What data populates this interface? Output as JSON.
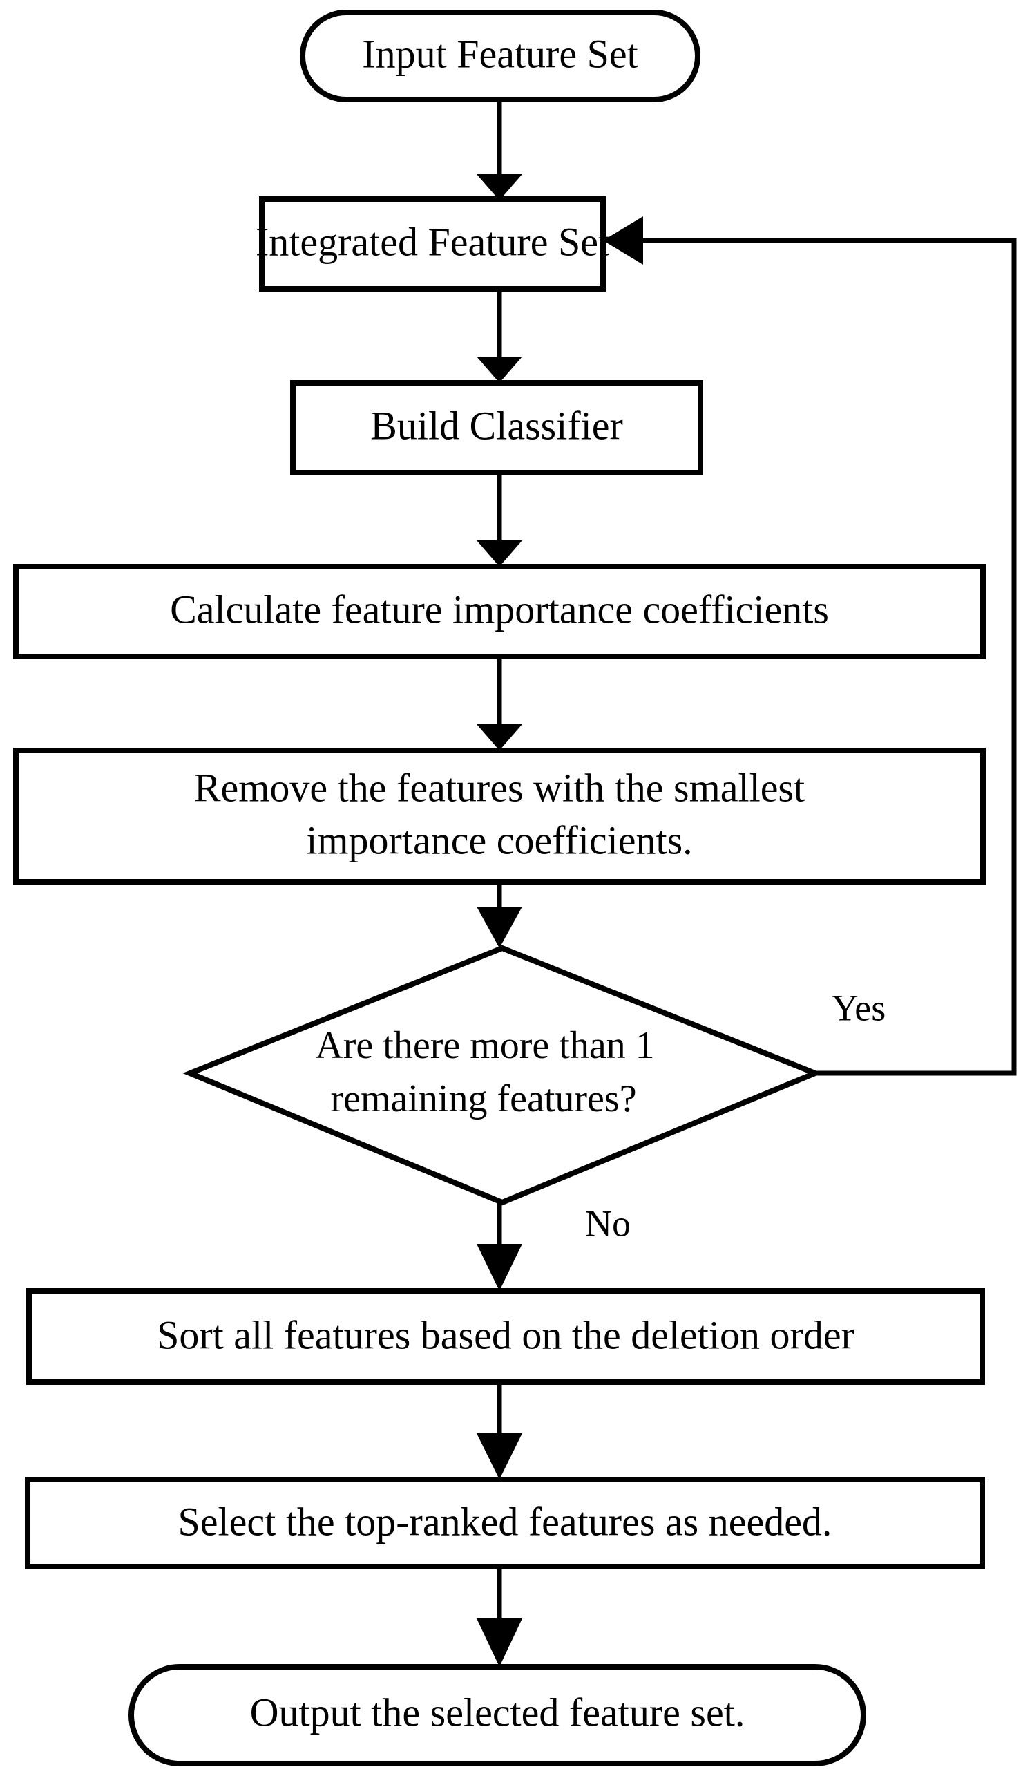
{
  "diagram": {
    "type": "flowchart",
    "title": "Recursive Feature Elimination Flowchart",
    "orientation": "top-to-bottom",
    "colors": {
      "background": "#ffffff",
      "stroke": "#000000",
      "fill": "#ffffff",
      "text": "#000000"
    },
    "nodes": [
      {
        "id": "input",
        "shape": "stadium",
        "label": "Input Feature Set",
        "lines": [
          "Input Feature Set"
        ]
      },
      {
        "id": "integrated",
        "shape": "rectangle",
        "label": "Integrated Feature Set",
        "lines": [
          "Integrated Feature Set"
        ]
      },
      {
        "id": "build",
        "shape": "rectangle",
        "label": "Build Classifier",
        "lines": [
          "Build Classifier"
        ]
      },
      {
        "id": "calculate",
        "shape": "rectangle",
        "label": "Calculate feature importance coefficients",
        "lines": [
          "Calculate feature importance coefficients"
        ]
      },
      {
        "id": "remove",
        "shape": "rectangle",
        "label": "Remove the features with the smallest importance coefficients.",
        "lines": [
          "Remove the features with the smallest",
          "importance coefficients."
        ]
      },
      {
        "id": "decision",
        "shape": "diamond",
        "label": "Are there more than 1 remaining features?",
        "lines": [
          "Are there more than 1",
          "remaining features?"
        ]
      },
      {
        "id": "sort",
        "shape": "rectangle",
        "label": "Sort all features based on the deletion order",
        "lines": [
          "Sort all features based on the deletion order"
        ]
      },
      {
        "id": "select",
        "shape": "rectangle",
        "label": "Select the top-ranked features as needed.",
        "lines": [
          "Select the top-ranked features as needed."
        ]
      },
      {
        "id": "output",
        "shape": "stadium",
        "label": "Output the selected feature set.",
        "lines": [
          "Output the selected feature set."
        ]
      }
    ],
    "edges": [
      {
        "id": "e1",
        "from": "input",
        "to": "integrated",
        "label": ""
      },
      {
        "id": "e2",
        "from": "integrated",
        "to": "build",
        "label": ""
      },
      {
        "id": "e3",
        "from": "build",
        "to": "calculate",
        "label": ""
      },
      {
        "id": "e4",
        "from": "calculate",
        "to": "remove",
        "label": ""
      },
      {
        "id": "e5",
        "from": "remove",
        "to": "decision",
        "label": ""
      },
      {
        "id": "e6",
        "from": "decision",
        "to": "integrated",
        "label": "Yes"
      },
      {
        "id": "e7",
        "from": "decision",
        "to": "sort",
        "label": "No"
      },
      {
        "id": "e8",
        "from": "sort",
        "to": "select",
        "label": ""
      },
      {
        "id": "e9",
        "from": "select",
        "to": "output",
        "label": ""
      }
    ],
    "edge_labels": {
      "yes": "Yes",
      "no": "No"
    }
  }
}
